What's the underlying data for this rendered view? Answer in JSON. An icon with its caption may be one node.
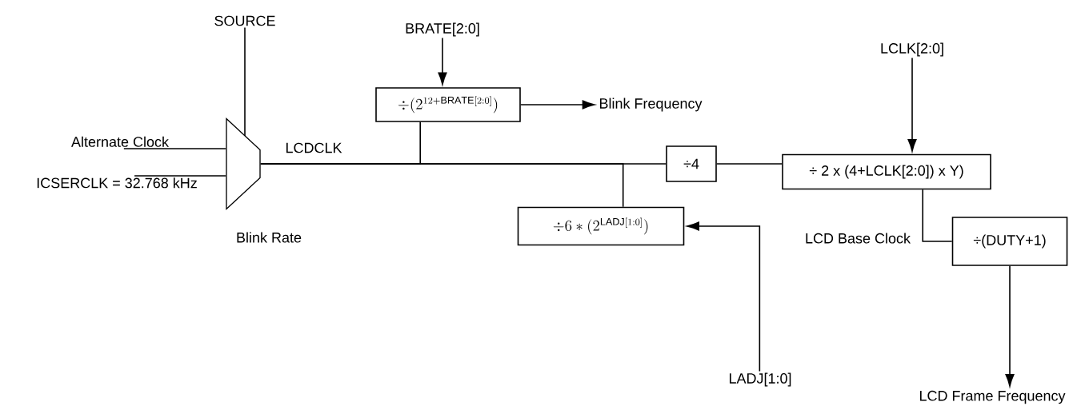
{
  "diagram": {
    "nodes": [
      {
        "text": [
          "SOURCE"
        ]
      },
      {
        "text": [
          "Alternate Clock"
        ]
      },
      {
        "text": [
          "ICSERCLK = 32.768 kHz"
        ]
      },
      {
        "text": [],
        "shape": "trapezoid"
      },
      {
        "text": [
          "BRATE[2:0]"
        ]
      },
      {
        "text": [
          "\\div(2^{12+\\mathrm{BRATE}[2:0]})"
        ]
      },
      {
        "text": [
          "Blink Frequency"
        ]
      },
      {
        "text": [
          "÷4"
        ]
      },
      {
        "text": [
          "\\div 6*(2^{\\mathrm{LADJ}[1:0]})"
        ]
      },
      {
        "text": [
          "LADJ[1:0]"
        ]
      },
      {
        "text": [
          "LCLK[2:0]"
        ]
      },
      {
        "text": [
          "÷ 2 x (4+LCLK[2:0]) x Y)"
        ]
      },
      {
        "text": [
          "÷(DUTY+1)"
        ]
      },
      {
        "text": [
          "LCD Frame Frequency"
        ]
      }
    ],
    "edges": [
      {
        "from": 0,
        "to": 3,
        "arrow": "none"
      },
      {
        "from": 1,
        "to": 3,
        "arrow": "none"
      },
      {
        "from": 2,
        "to": 3,
        "arrow": "none"
      },
      {
        "from": 3,
        "to": 7,
        "arrow": "none",
        "label": "LCDCLK"
      },
      {
        "from": 3,
        "to": 5,
        "arrow": "none"
      },
      {
        "from": 3,
        "to": 8,
        "arrow": "none"
      },
      {
        "from": 4,
        "to": 5,
        "arrow": "to"
      },
      {
        "from": 5,
        "to": 6,
        "arrow": "to"
      },
      {
        "from": 7,
        "to": 11,
        "arrow": "none"
      },
      {
        "from": 10,
        "to": 11,
        "arrow": "to"
      },
      {
        "from": 11,
        "to": 12,
        "arrow": "none",
        "label": "LCD Base Clock"
      },
      {
        "from": 12,
        "to": 13,
        "arrow": "to"
      },
      {
        "from": 9,
        "to": 8,
        "arrow": "to"
      }
    ],
    "labels": [
      "Blink Rate"
    ]
  }
}
